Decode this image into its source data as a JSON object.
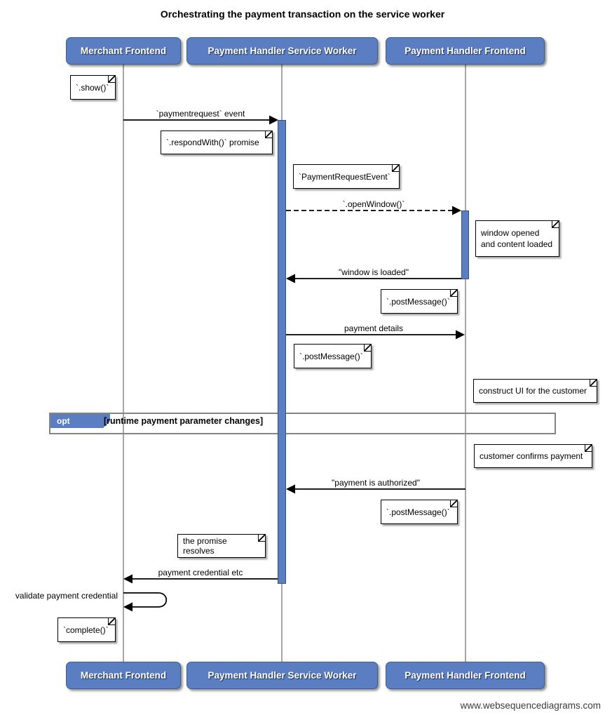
{
  "title": "Orchestrating the payment transaction on the service worker",
  "watermark": "www.websequencediagrams.com",
  "participants": {
    "merchant": "Merchant Frontend",
    "service_worker": "Payment Handler Service Worker",
    "frontend": "Payment Handler Frontend"
  },
  "messages": {
    "paymentrequest_event": "`paymentrequest` event",
    "open_window": "`.openWindow()`",
    "window_is_loaded": "\"window is loaded\"",
    "payment_details": "payment details",
    "payment_is_authorized": "\"payment is authorized\"",
    "payment_credential_etc": "payment credential etc",
    "validate_payment_credential": "validate payment credential"
  },
  "notes": {
    "show": "`.show()`",
    "respond_with": "`.respondWith()` promise",
    "payment_request_event": "`PaymentRequestEvent`",
    "window_opened": "window opened\nand content loaded",
    "post_message_to_frontend": "`.postMessage()`",
    "post_message_from_worker": "`.postMessage()`",
    "construct_ui": "construct UI for the customer",
    "customer_confirms": "customer confirms payment",
    "post_message_authorized": "`.postMessage()`",
    "promise_resolves": "the promise resolves",
    "complete": "`complete()`"
  },
  "opt_frame": {
    "operator": "opt",
    "guard": "[runtime payment parameter changes]"
  },
  "colors": {
    "actor_fill": "#5A7EC1",
    "actor_border": "#3E5C96",
    "activation_fill": "#5A7EC1",
    "lifeline": "#818181",
    "frame_border": "#848484",
    "message_line": "#000000"
  }
}
